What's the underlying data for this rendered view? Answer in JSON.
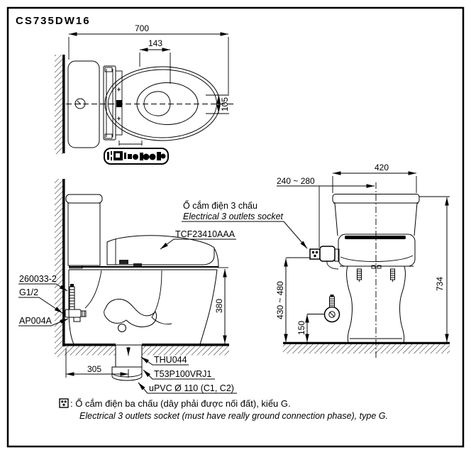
{
  "title": "CS735DW16",
  "colors": {
    "line": "#000000",
    "background": "#ffffff",
    "text": "#000000"
  },
  "top_view": {
    "dim_overall_depth": "700",
    "dim_seat_opening": "143",
    "dim_bowl_water": "105"
  },
  "side_view": {
    "part_washlet": "TCF23410AAA",
    "part_supply_pipe": "260033-2",
    "part_thread": "G1/2",
    "part_stop_valve": "AP004A",
    "dim_rim_height": "380",
    "dim_outlet_offset": "305",
    "part_flange": "THU044",
    "part_joint": "T53P100VRJ1",
    "part_drain": "uPVC Ø 110 (C1, C2)"
  },
  "front_view": {
    "dim_tank_width": "420",
    "dim_socket_offset": "240 ~ 280",
    "dim_total_height": "734",
    "dim_socket_height": "430 ~ 480",
    "dim_valve_height": "150",
    "socket_label_vi": "Ổ cắm điện 3 chấu",
    "socket_label_en": "Electrical 3 outlets socket"
  },
  "footer": {
    "note_vi": ": Ổ cắm điện ba chấu (dây phải được nối đất), kiểu G.",
    "note_en": "Electrical 3 outlets socket (must have really ground connection phase), type G."
  }
}
